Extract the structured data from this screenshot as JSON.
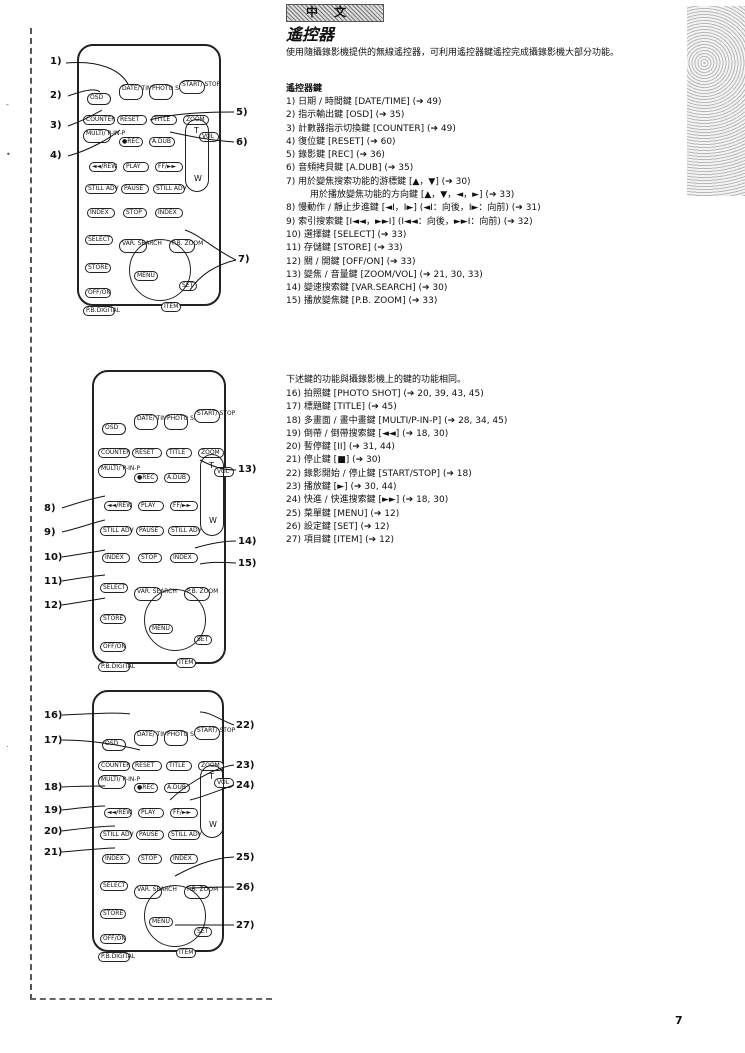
{
  "header": {
    "chapter_label": "中 文",
    "title": "遙控器"
  },
  "intro": "使用隨攝錄影機提供的無線遙控器，可利用遙控器鍵遙控完成攝錄影機大部分功能。",
  "list_title": "遙控器鍵",
  "items1": [
    "1)  日期 / 時間鍵 [DATE/TIME] (➔ 49)",
    "2)  指示輸出鍵 [OSD] (➔ 35)",
    "3)  計數器指示切換鍵 [COUNTER] (➔ 49)",
    "4)  復位鍵 [RESET] (➔ 60)",
    "5)  錄影鍵 [REC] (➔ 36)",
    "6)  音頻拷貝鍵 [A.DUB] (➔ 35)",
    "7)  用於變焦搜索功能的游標鍵 [▲，▼] (➔ 30)",
    "用於播放變焦功能的方向鍵 [▲，▼，◄，►] (➔ 33)",
    "8)  慢動作 / 靜止步進鍵 [◄I，I►] (◄I：向後，I►：向前) (➔ 31)",
    "9)  索引搜索鍵 [I◄◄，►►I] (I◄◄：向後，►►I：向前) (➔ 32)",
    "10) 選擇鍵 [SELECT] (➔ 33)",
    "11) 存儲鍵 [STORE] (➔ 33)",
    "12) 關 / 開鍵 [OFF/ON] (➔ 33)",
    "13) 變焦 / 音量鍵 [ZOOM/VOL] (➔ 21, 30, 33)",
    "14) 變速搜索鍵 [VAR.SEARCH] (➔ 30)",
    "15) 播放變焦鍵 [P.B. ZOOM] (➔ 33)"
  ],
  "group_note": "下述鍵的功能與攝錄影機上的鍵的功能相同。",
  "items2": [
    "16) 拍照鍵 [PHOTO SHOT] (➔ 20, 39, 43, 45)",
    "17) 標題鍵 [TITLE] (➔ 45)",
    "18) 多畫面 / 畫中畫鍵 [MULTI/P-IN-P] (➔ 28, 34, 45)",
    "19) 倒帶 / 倒帶搜索鍵 [◄◄] (➔ 18, 30)",
    "20) 暫停鍵 [II] (➔ 31, 44)",
    "21) 停止鍵 [■] (➔ 30)",
    "22) 錄影開始 / 停止鍵 [START/STOP] (➔ 18)",
    "23) 播放鍵 [►] (➔ 30, 44)",
    "24) 快進 / 快進搜索鍵 [►►] (➔ 18, 30)",
    "25) 菜單鍵 [MENU] (➔ 12)",
    "26) 設定鍵 [SET] (➔ 12)",
    "27) 項目鍵 [ITEM] (➔ 12)"
  ],
  "remote_labels": {
    "osd": "OSD",
    "date_time": "DATE/ TIME",
    "photo_shot": "PHOTO SHOT",
    "start_stop": "START/ STOP",
    "counter": "COUNTER",
    "reset": "RESET",
    "title": "TITLE",
    "zoom": "ZOOM",
    "multi_pinp": "MULTI/ P-IN-P",
    "rec": "●REC",
    "a_dub": "A.DUB",
    "vol": "VOL",
    "t": "T",
    "w": "W",
    "rew": "◄◄/REW",
    "play": "PLAY",
    "ff": "FF/►►",
    "still_adv_l": "STILL ADV",
    "pause": "PAUSE",
    "still_adv_r": "STILL ADV",
    "index_l": "INDEX",
    "stop": "STOP",
    "index_r": "INDEX",
    "select": "SELECT",
    "var_search": "VAR. SEARCH",
    "pb_zoom": "P.B. ZOOM",
    "store": "STORE",
    "menu": "MENU",
    "set": "SET",
    "item": "ITEM",
    "off_on": "OFF/ON",
    "pb_digital": "P.B.DIGITAL"
  },
  "callouts1": [
    "1)",
    "2)",
    "3)",
    "4)",
    "5)",
    "6)",
    "7)"
  ],
  "callouts2": [
    "8)",
    "9)",
    "10)",
    "11)",
    "12)",
    "13)",
    "14)",
    "15)"
  ],
  "callouts3": [
    "16)",
    "17)",
    "18)",
    "19)",
    "20)",
    "21)",
    "22)",
    "23)",
    "24)",
    "25)",
    "26)",
    "27)"
  ],
  "page_number": "7"
}
